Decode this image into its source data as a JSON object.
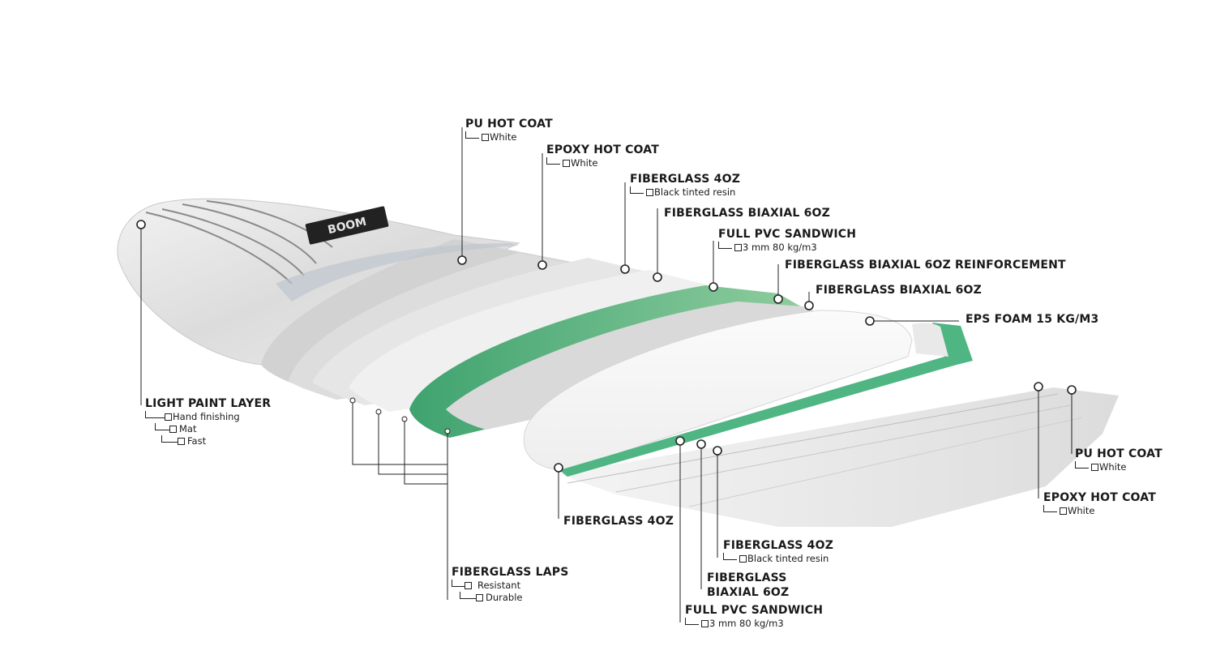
{
  "brand_mark": "BOOM",
  "colors": {
    "green": "#4fb583",
    "green_dark": "#3a9e6d",
    "grey_light": "#e8e8e8",
    "grey_mid": "#cfcfcf",
    "line": "#333333"
  },
  "labels": {
    "pu_hot_coat_top": {
      "title": "PU HOT COAT",
      "sub": [
        "White"
      ]
    },
    "epoxy_hot_coat_top": {
      "title": "EPOXY HOT COAT",
      "sub": [
        "White"
      ]
    },
    "fiberglass_4oz_top": {
      "title": "FIBERGLASS 4OZ",
      "sub": [
        "Black tinted resin"
      ]
    },
    "fiberglass_biaxial_6oz_top": {
      "title": "FIBERGLASS BIAXIAL 6OZ",
      "sub": []
    },
    "full_pvc_sandwich_top": {
      "title": "FULL PVC SANDWICH",
      "sub": [
        "3 mm 80 kg/m3"
      ]
    },
    "biaxial_reinforcement": {
      "title": "FIBERGLASS BIAXIAL 6OZ REINFORCEMENT",
      "sub": []
    },
    "fiberglass_biaxial_6oz_top2": {
      "title": "FIBERGLASS BIAXIAL 6OZ",
      "sub": []
    },
    "eps_foam": {
      "title": "EPS FOAM 15 KG/M3",
      "sub": []
    },
    "light_paint_layer": {
      "title": "LIGHT PAINT LAYER",
      "sub": [
        "Hand finishing",
        "Mat",
        "Fast"
      ]
    },
    "pu_hot_coat_bottom": {
      "title": "PU HOT COAT",
      "sub": [
        "White"
      ]
    },
    "epoxy_hot_coat_bottom": {
      "title": "EPOXY HOT COAT",
      "sub": [
        "White"
      ]
    },
    "fiberglass_4oz_bottom": {
      "title": "FIBERGLASS 4OZ",
      "sub": []
    },
    "fiberglass_4oz_bottom2": {
      "title": "FIBERGLASS 4OZ",
      "sub": [
        "Black tinted resin"
      ]
    },
    "fiberglass_biaxial_bottom": {
      "title_line1": "FIBERGLASS",
      "title_line2": "BIAXIAL 6OZ"
    },
    "full_pvc_sandwich_bottom": {
      "title": "FULL PVC SANDWICH",
      "sub": [
        "3 mm 80 kg/m3"
      ]
    },
    "fiberglass_laps": {
      "title": "FIBERGLASS LAPS",
      "sub": [
        "Resistant",
        "Durable"
      ]
    }
  }
}
